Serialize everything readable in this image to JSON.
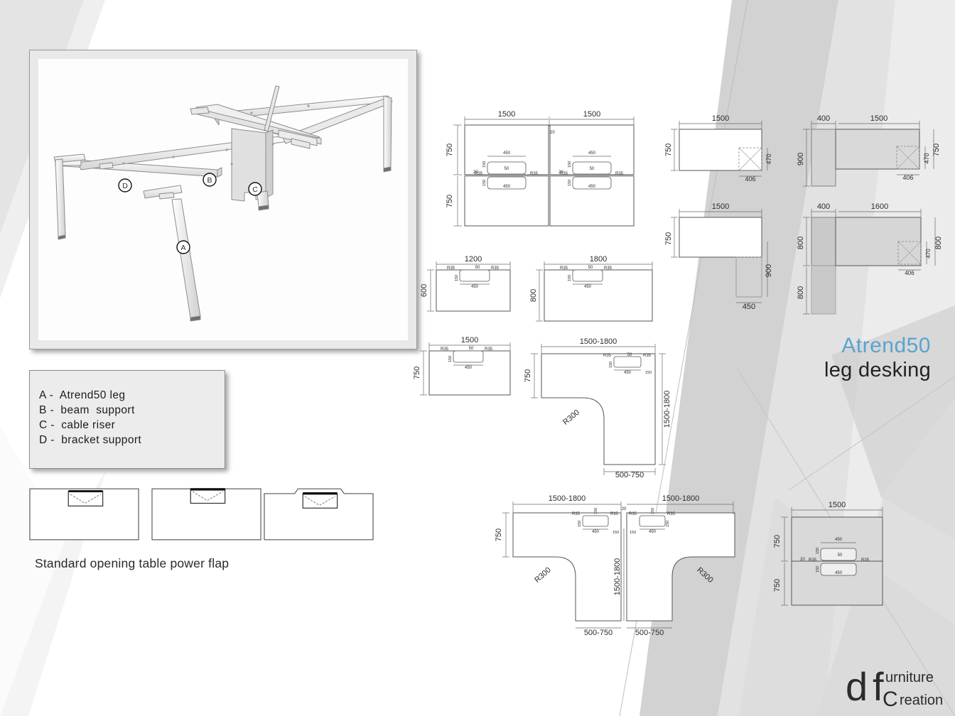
{
  "page": {
    "title_accent": "Atrend50",
    "title_sub": "leg desking",
    "accent_color": "#5ba3cf",
    "logo_teal": "#3fb6ad",
    "logo_dark": "#3a3a3a"
  },
  "logo": {
    "d": "d",
    "f": "f",
    "c": "C",
    "urniture": "urniture",
    "reation": "reation"
  },
  "render": {
    "callouts": [
      "A",
      "B",
      "C",
      "D"
    ]
  },
  "legend": {
    "items": [
      "A -  Atrend50 leg",
      "B -  beam  support",
      "C -  cable riser",
      "D -  bracket support"
    ]
  },
  "power_flap": {
    "caption": "Standard opening table power flap",
    "variants": [
      "inset-flap",
      "edge-flap",
      "notched-edge-flap"
    ]
  },
  "drawings": {
    "bench_2x2": {
      "name": "4-person back-to-back bench",
      "top_widths": [
        "1500",
        "1500"
      ],
      "left_depths": [
        "750",
        "750"
      ],
      "gap": "20",
      "cutout_width": "450",
      "cutout_inner": "50",
      "cutout_height": "150",
      "radius": "R35"
    },
    "desk_1200": {
      "width": "1200",
      "depth": "600",
      "cutout_width": "450",
      "cutout_inner": "50",
      "cutout_height": "150",
      "radius": "R35"
    },
    "desk_1800": {
      "width": "1800",
      "depth": "800",
      "cutout_width": "450",
      "cutout_inner": "50",
      "cutout_height": "150",
      "radius": "R35"
    },
    "desk_1500": {
      "width": "1500",
      "depth": "750",
      "cutout_width": "450",
      "cutout_inner": "50",
      "cutout_height": "150",
      "radius": "R35"
    },
    "l_desk": {
      "width": "1500-1800",
      "depth": "750",
      "return_depth": "1500-1800",
      "return_width": "500-750",
      "corner_radius": "R300",
      "cutout_width": "450",
      "cutout_inner": "50",
      "cutout_height": "150",
      "radius": "R35"
    },
    "cutout_desk_750": {
      "width": "1500",
      "depth": "750",
      "cut_width": "406",
      "cut_height": "470"
    },
    "l_return_900": {
      "width": "1500",
      "depth": "750",
      "return_width": "450",
      "return_depth": "900"
    },
    "corner_900": {
      "left_width": "400",
      "right_width": "1500",
      "left_depth": "900",
      "right_depth": "750",
      "cut_width": "406",
      "cut_height": "470"
    },
    "corner_1600": {
      "left_width": "400",
      "right_width": "1600",
      "left_depth_top": "800",
      "left_depth_bottom": "800",
      "right_depth": "800",
      "cut_width": "406",
      "cut_height": "470"
    },
    "double_l": {
      "left_width": "1500-1800",
      "right_width": "1500-1800",
      "depth": "750",
      "center_gap": "20",
      "return_depth": "1500-1800",
      "left_return_width": "500-750",
      "right_return_width": "500-750",
      "corner_radius": "R300",
      "cutout_width": "450",
      "cutout_inner": "50",
      "cutout_height": "150",
      "radius": "R35"
    },
    "bench_1500_back": {
      "width": "1500",
      "depth_top": "750",
      "depth_bottom": "750",
      "gap": "20",
      "cutout_width": "450",
      "cutout_inner": "50",
      "cutout_height": "150",
      "radius": "R35"
    }
  }
}
